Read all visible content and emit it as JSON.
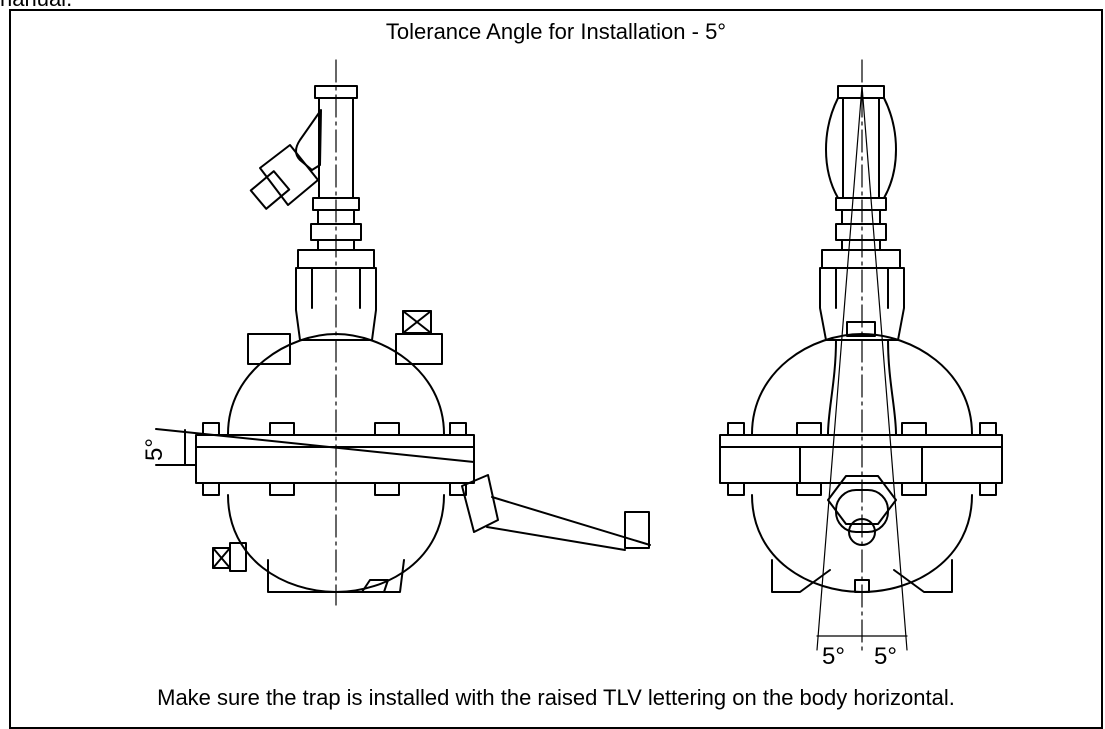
{
  "header": {
    "cut_text": "nanual."
  },
  "diagram": {
    "title": "Tolerance Angle for Installation - 5°",
    "left_angle_label": "5°",
    "right_angle_label_1": "5°",
    "right_angle_label_2": "5°",
    "caption": "Make sure the trap is installed with the raised TLV lettering on the body horizontal."
  },
  "colors": {
    "line": "#000000",
    "background": "#ffffff"
  }
}
